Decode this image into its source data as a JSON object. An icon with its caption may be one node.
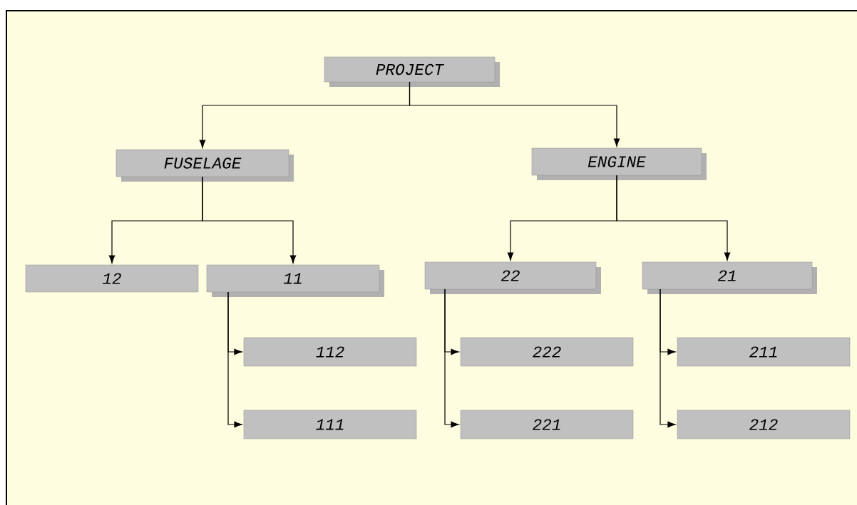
{
  "diagram": {
    "nodes": [
      {
        "text": [
          "PROJECT"
        ]
      },
      {
        "text": [
          "FUSELAGE"
        ]
      },
      {
        "text": [
          "ENGINE"
        ]
      },
      {
        "text": [
          "12"
        ]
      },
      {
        "text": [
          "11"
        ]
      },
      {
        "text": [
          "22"
        ]
      },
      {
        "text": [
          "21"
        ]
      },
      {
        "text": [
          "112"
        ]
      },
      {
        "text": [
          "111"
        ]
      },
      {
        "text": [
          "222"
        ]
      },
      {
        "text": [
          "221"
        ]
      },
      {
        "text": [
          "211"
        ]
      },
      {
        "text": [
          "212"
        ]
      }
    ],
    "edges": [
      {
        "from": 0,
        "to": 1,
        "arrow": "to"
      },
      {
        "from": 0,
        "to": 2,
        "arrow": "to"
      },
      {
        "from": 1,
        "to": 3,
        "arrow": "to"
      },
      {
        "from": 1,
        "to": 4,
        "arrow": "to"
      },
      {
        "from": 2,
        "to": 5,
        "arrow": "to"
      },
      {
        "from": 2,
        "to": 6,
        "arrow": "to"
      },
      {
        "from": 4,
        "to": 7,
        "arrow": "to"
      },
      {
        "from": 4,
        "to": 8,
        "arrow": "to"
      },
      {
        "from": 5,
        "to": 9,
        "arrow": "to"
      },
      {
        "from": 5,
        "to": 10,
        "arrow": "to"
      },
      {
        "from": 6,
        "to": 11,
        "arrow": "to"
      },
      {
        "from": 6,
        "to": 12,
        "arrow": "to"
      }
    ]
  }
}
